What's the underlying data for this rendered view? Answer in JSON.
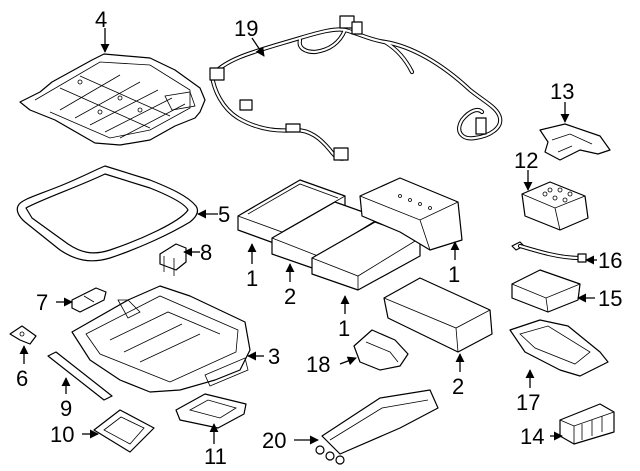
{
  "callouts": [
    {
      "id": "c4",
      "label": "4"
    },
    {
      "id": "c19",
      "label": "19"
    },
    {
      "id": "c13",
      "label": "13"
    },
    {
      "id": "c12",
      "label": "12"
    },
    {
      "id": "c5",
      "label": "5"
    },
    {
      "id": "c8",
      "label": "8"
    },
    {
      "id": "c1a",
      "label": "1"
    },
    {
      "id": "c2a",
      "label": "2"
    },
    {
      "id": "c1b",
      "label": "1"
    },
    {
      "id": "c1c",
      "label": "1"
    },
    {
      "id": "c16",
      "label": "16"
    },
    {
      "id": "c7",
      "label": "7"
    },
    {
      "id": "c15",
      "label": "15"
    },
    {
      "id": "c6",
      "label": "6"
    },
    {
      "id": "c3",
      "label": "3"
    },
    {
      "id": "c18",
      "label": "18"
    },
    {
      "id": "c2b",
      "label": "2"
    },
    {
      "id": "c17",
      "label": "17"
    },
    {
      "id": "c9",
      "label": "9"
    },
    {
      "id": "c10",
      "label": "10"
    },
    {
      "id": "c11",
      "label": "11"
    },
    {
      "id": "c20",
      "label": "20"
    },
    {
      "id": "c14",
      "label": "14"
    }
  ]
}
